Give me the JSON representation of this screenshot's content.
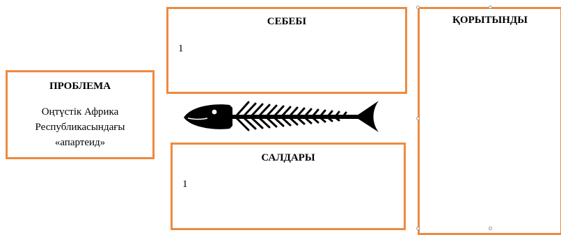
{
  "problem": {
    "title": "ПРОБЛЕМА",
    "lines": [
      "Оңтүстік Африка",
      "Республикасындағы",
      "«апартеид»"
    ]
  },
  "cause": {
    "title": "СЕБЕБІ",
    "value": "1"
  },
  "effect": {
    "title": "САЛДАРЫ",
    "value": "1"
  },
  "conclusion": {
    "title": "ҚОРЫТЫНДЫ",
    "selected": true
  },
  "icons": {
    "center": "fish-skeleton-icon"
  },
  "colors": {
    "box_border": "#ED8A3F",
    "text": "#000000",
    "background": "#FFFFFF"
  }
}
